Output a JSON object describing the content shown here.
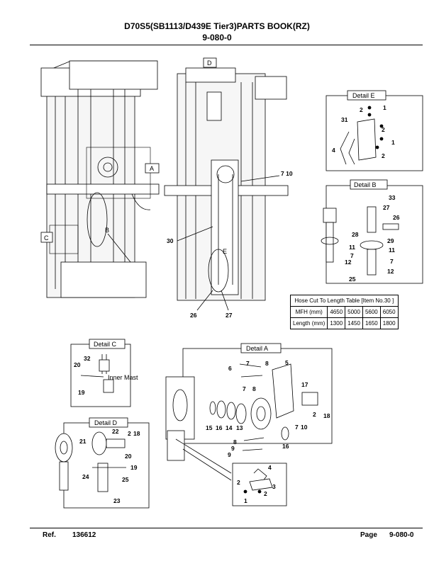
{
  "header": {
    "title": "D70S5(SB1113/D439E Tier3)PARTS BOOK(RZ)",
    "page_code": "9-080-0"
  },
  "callouts": {
    "A": "A",
    "B": "B",
    "C": "C",
    "D": "D",
    "E": "E"
  },
  "details": {
    "e": "Detail  E",
    "b": "Detail  B",
    "c": "Detail  C",
    "d": "Detail  D",
    "a": "Detail  A"
  },
  "inner_mast_label": "Inner Mast",
  "parts": {
    "p30": "30",
    "p26": "26",
    "p27": "27",
    "p7_10": "7  10",
    "e31": "31",
    "e2a": "2",
    "e1a": "1",
    "e2b": "2",
    "e1b": "1",
    "e4": "4",
    "e2c": "2",
    "b33": "33",
    "b27": "27",
    "b26": "26",
    "b28": "28",
    "b29": "29",
    "b11a": "11",
    "b11b": "11",
    "b7a": "7",
    "b7b": "7",
    "b12a": "12",
    "b12b": "12",
    "b25": "25",
    "c32": "32",
    "c20": "20",
    "c19": "19",
    "d22": "22",
    "d2": "2",
    "d18": "18",
    "d21": "21",
    "d20": "20",
    "d19": "19",
    "d24": "24",
    "d25": "25",
    "d23": "23",
    "a6": "6",
    "a7a": "7",
    "a8a": "8",
    "a5": "5",
    "a7b": "7",
    "a8b": "8",
    "a17": "17",
    "a2": "2",
    "a18": "18",
    "a15": "15",
    "a16a": "16",
    "a14": "14",
    "a13": "13",
    "a7c": "7",
    "a10": "10",
    "a16b": "16",
    "a8c": "8",
    "a9a": "9",
    "a9b": "9",
    "a4": "4",
    "a2b": "2",
    "a3": "3",
    "a2c": "2",
    "a1": "1"
  },
  "hose_table": {
    "caption": "Hose Cut To Length Table   [Item No.30 ]",
    "rows": [
      {
        "label": "MFH (mm)",
        "values": [
          "4650",
          "5000",
          "5600",
          "6050"
        ]
      },
      {
        "label": "Length (mm)",
        "values": [
          "1300",
          "1450",
          "1650",
          "1800"
        ]
      }
    ]
  },
  "footer": {
    "ref_label": "Ref.",
    "ref_value": "136612",
    "page_label": "Page",
    "page_value": "9-080-0"
  }
}
